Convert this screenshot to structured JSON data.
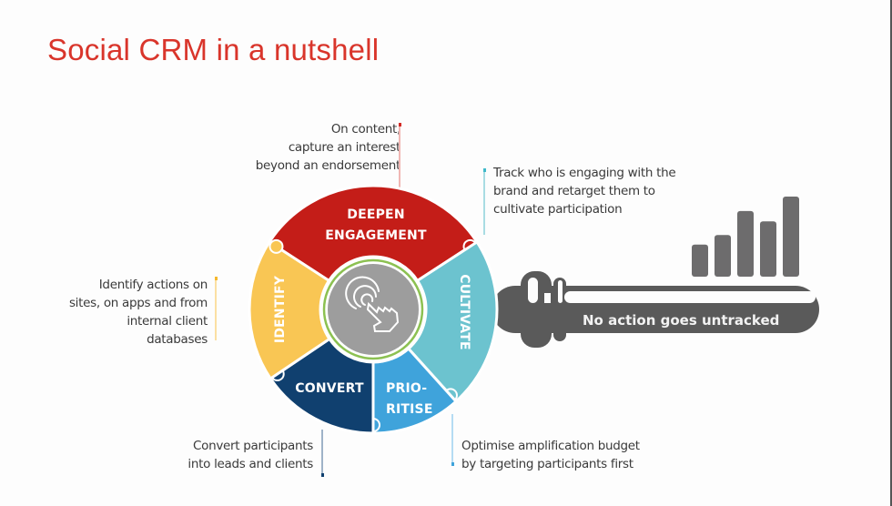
{
  "title": "Social CRM in a nutshell",
  "colors": {
    "title": "#d9352b",
    "deepen": "#c41d18",
    "cultivate": "#6cc3cf",
    "prioritise": "#3fa3db",
    "convert": "#10406f",
    "identify": "#f9c654",
    "hub": "#9d9d9d",
    "hub_ring": "#8cc152",
    "key": "#5a5a5a",
    "bars": "#6d6c6d"
  },
  "segments": {
    "deepen": {
      "line1": "DEEPEN",
      "line2": "ENGAGEMENT"
    },
    "cultivate": {
      "label": "CULTIVATE"
    },
    "prioritise": {
      "line1": "PRIO-",
      "line2": "RITISE"
    },
    "convert": {
      "label": "CONVERT"
    },
    "identify": {
      "label": "IDENTIFY"
    }
  },
  "hub": {
    "icon": "touch-tap-icon"
  },
  "notes": {
    "deepen": [
      "On content,",
      "capture an interest",
      "beyond an endorsement"
    ],
    "cultivate": [
      "Track who is engaging with the",
      "brand and retarget them to",
      "cultivate participation"
    ],
    "identify": [
      "Identify actions on",
      "sites, on apps and from",
      "internal client",
      "databases"
    ],
    "convert": [
      "Convert participants",
      "into leads and clients"
    ],
    "prioritise": [
      "Optimise amplification budget",
      "by targeting participants first"
    ]
  },
  "key": {
    "label": "No action goes untracked",
    "bars_relative_heights": [
      0.4,
      0.52,
      0.82,
      0.69,
      1.0
    ]
  }
}
